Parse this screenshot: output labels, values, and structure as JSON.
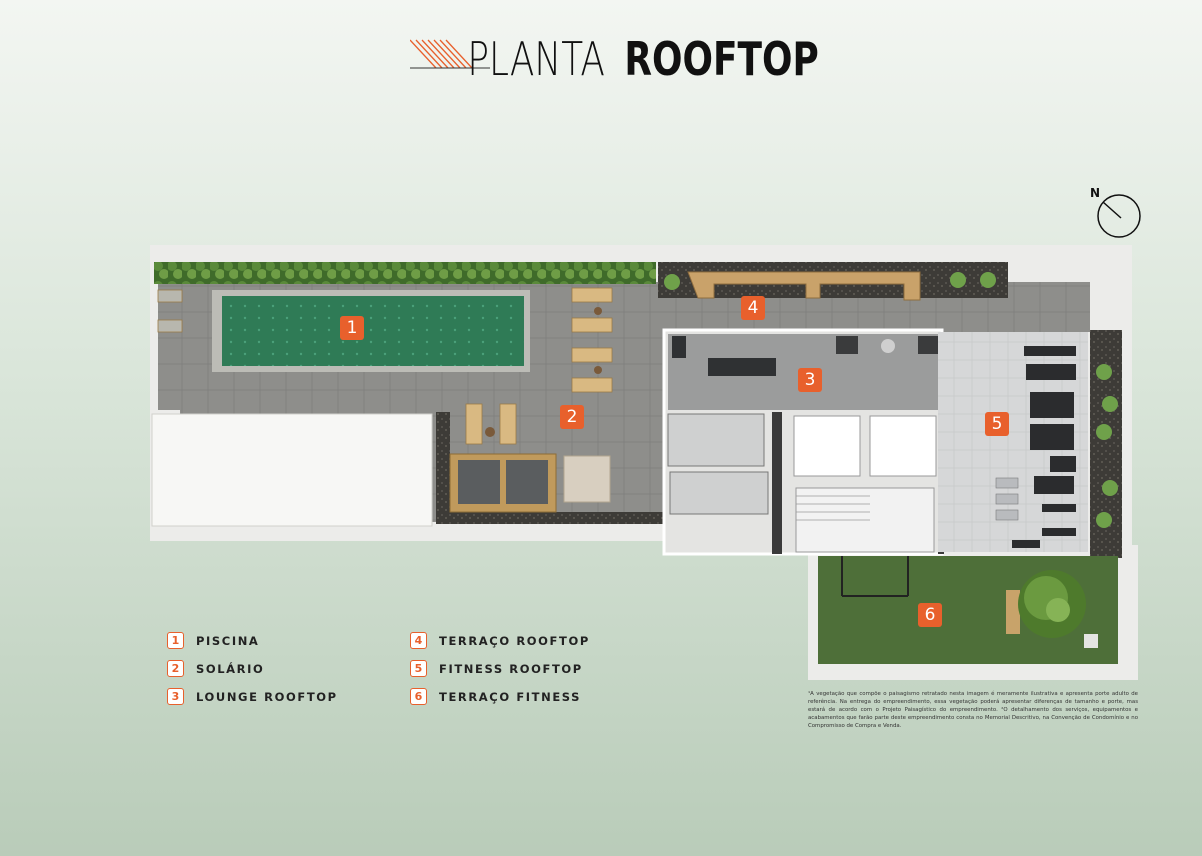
{
  "title": {
    "light": "PLANTA",
    "bold": "ROOFTOP"
  },
  "compass_label": "N",
  "areas": [
    {
      "num": "1",
      "label": "PISCINA"
    },
    {
      "num": "2",
      "label": "SOLÁRIO"
    },
    {
      "num": "3",
      "label": "LOUNGE ROOFTOP"
    },
    {
      "num": "4",
      "label": "TERRAÇO ROOFTOP"
    },
    {
      "num": "5",
      "label": "FITNESS ROOFTOP"
    },
    {
      "num": "6",
      "label": "TERRAÇO FITNESS"
    }
  ],
  "footnote": "¹A vegetação que compõe o paisagismo retratado nesta imagem é meramente ilustrativa e apresenta porte adulto de referência. Na entrega do empreendimento, essa vegetação poderá apresentar diferenças de tamanho e porte, mas estará de acordo com o Projeto Paisagístico do empreendimento. ²O detalhamento dos serviços, equipamentos e acabamentos que farão parte deste empreendimento consta no Memorial Descritivo, na Convenção de Condomínio e no Compromisso de Compra e Venda.",
  "colors": {
    "accent": "#e8602c",
    "pool": "#2e7a55",
    "grass": "#4f6f3a",
    "floor": "#8f8f8c"
  }
}
